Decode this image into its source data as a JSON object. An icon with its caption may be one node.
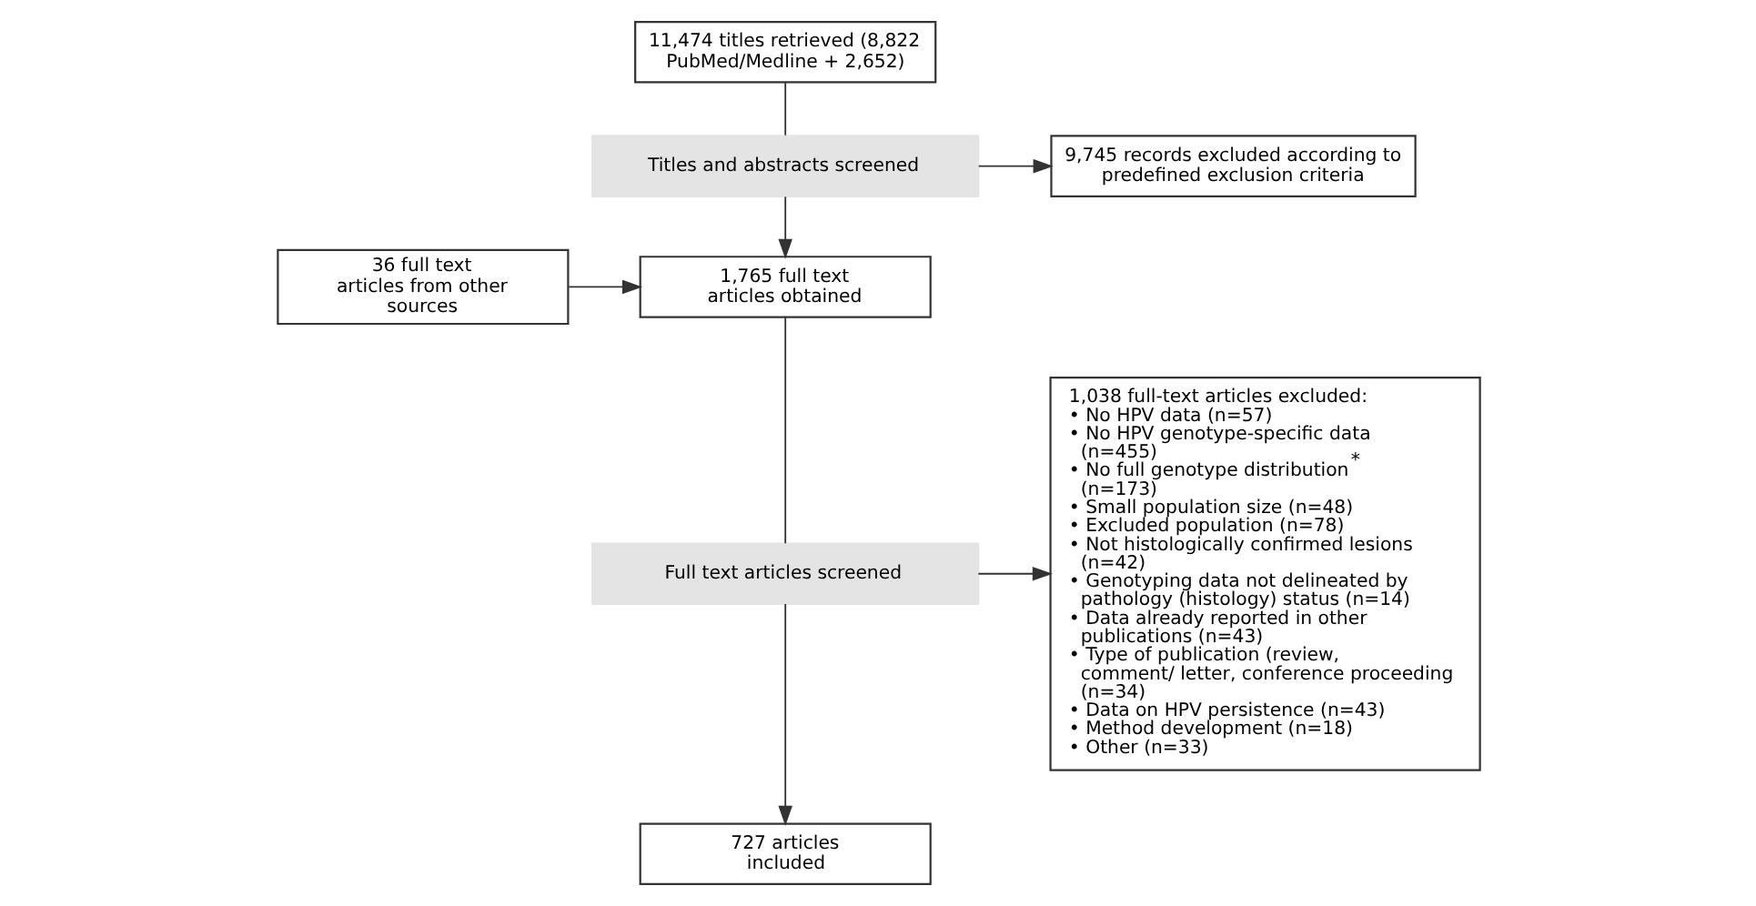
{
  "diagram": {
    "nodes": [
      {
        "text": [
          "11,474 titles retrieved (8,822 PubMed/Medline + 2,652)"
        ]
      },
      {
        "text": [
          "Titles and abstracts screened"
        ]
      },
      {
        "text": [
          "9,745 records excluded according to predefined exclusion criteria"
        ]
      },
      {
        "text": [
          "36 full text articles from other sources"
        ]
      },
      {
        "text": [
          "1,765 full text articles obtained"
        ]
      },
      {
        "text": [
          "Full text articles screened"
        ]
      },
      {
        "text": [
          "1,038 full-text articles excluded:",
          "• No HPV data (n=57)",
          "• No HPV genotype-specific data (n=455)",
          "• No full genotype distribution$^{*}$ (n=173)",
          "• Small population size (n=48)",
          "• Excluded population (n=78)",
          "• Not histologically confirmed lesions (n=42)",
          "• Genotyping data not delineated by pathology (histology) status (n=14)",
          "• Data already reported in other publications (n=43)",
          "• Type of publication (review, comment/ letter, conference proceeding (n=34)",
          "• Data on HPV persistence (n=43)",
          "• Method development (n=18)",
          "• Other (n=33)"
        ]
      },
      {
        "text": [
          "727 articles included"
        ]
      }
    ],
    "edges": [
      {
        "from": 0,
        "to": 1,
        "arrow": "none"
      },
      {
        "from": 1,
        "to": 2,
        "arrow": "to"
      },
      {
        "from": 1,
        "to": 4,
        "arrow": "to"
      },
      {
        "from": 3,
        "to": 4,
        "arrow": "to"
      },
      {
        "from": 4,
        "to": 5,
        "arrow": "none"
      },
      {
        "from": 5,
        "to": 6,
        "arrow": "to"
      },
      {
        "from": 5,
        "to": 7,
        "arrow": "to"
      }
    ]
  }
}
